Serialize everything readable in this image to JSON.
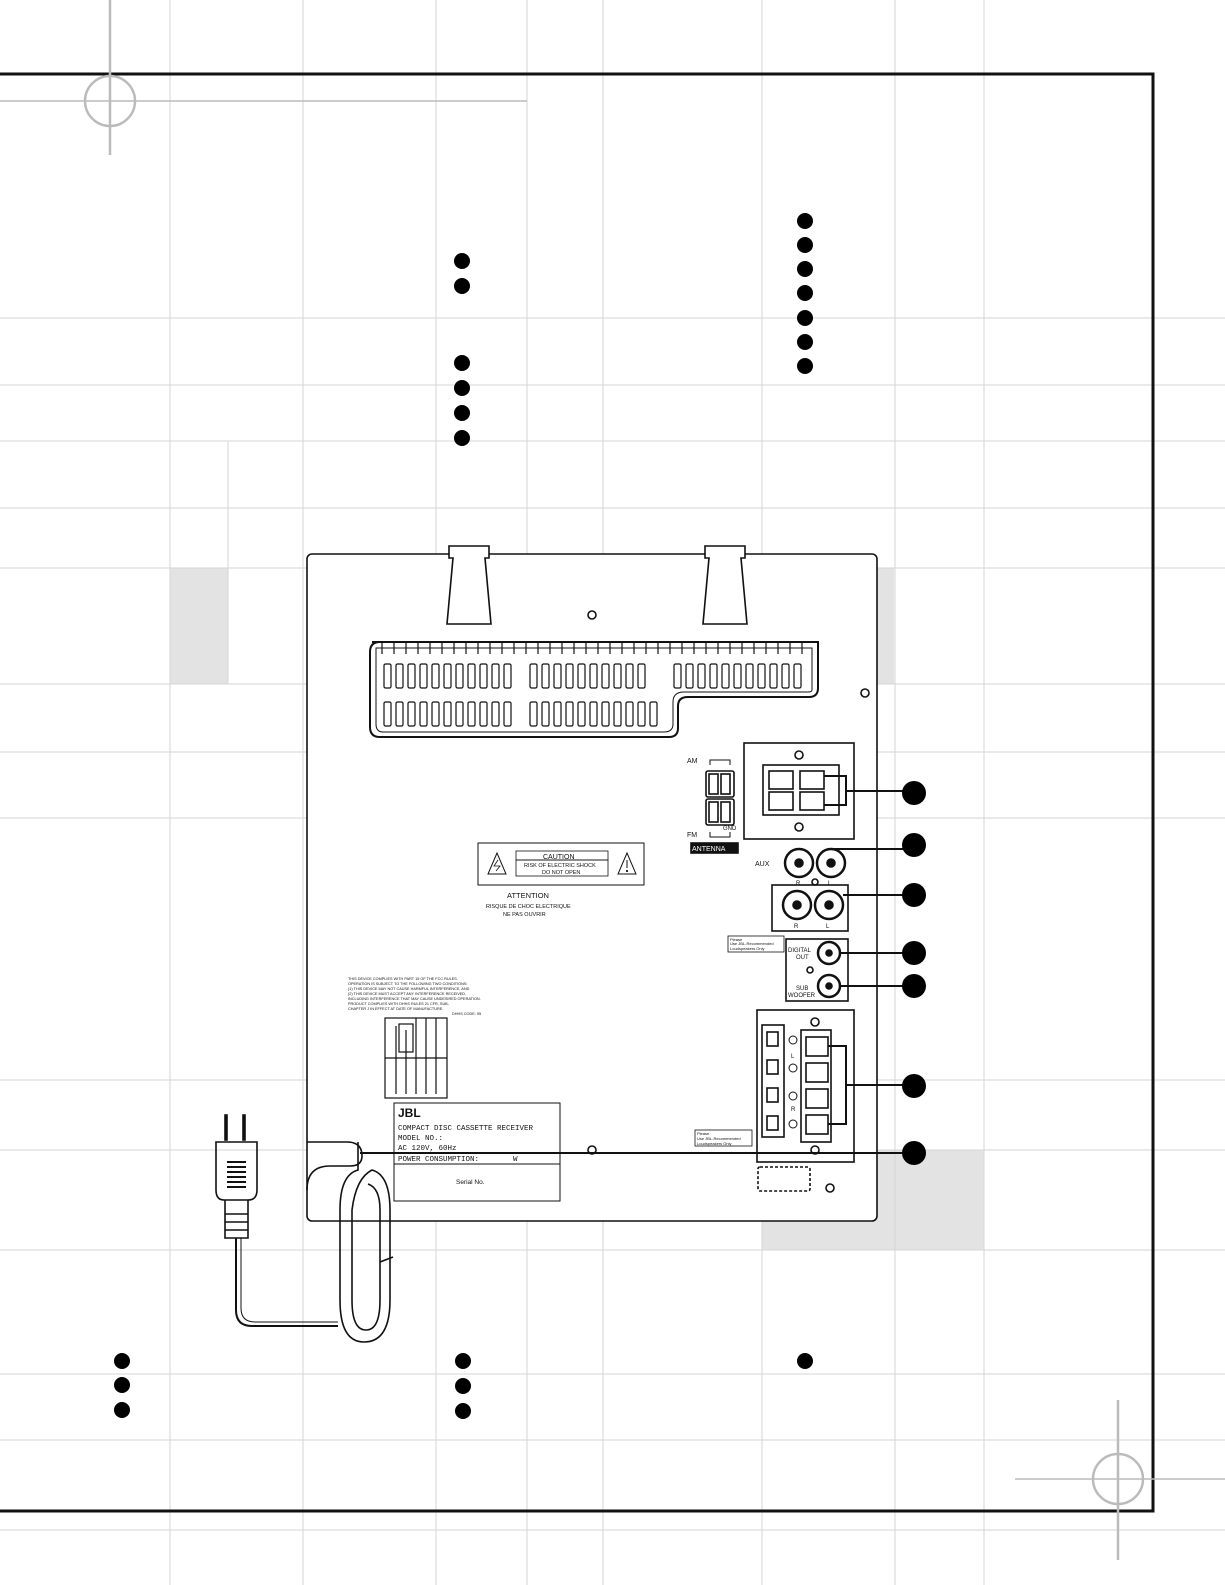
{
  "colors": {
    "grid": "#d6d6d6",
    "ink": "#111111",
    "shade": "#e3e3e3",
    "callout_fill": "#000000"
  },
  "icons": [
    "registration-mark-icon",
    "warning-triangle-icon",
    "power-plug-icon",
    "callout-bullet-icon"
  ],
  "labels": {
    "am": "AM",
    "fm": "FM",
    "gnd": "GND",
    "antenna": "ANTENNA",
    "aux": "AUX",
    "r": "R",
    "l": "L",
    "digital_out_1": "DIGITAL",
    "digital_out_2": "OUT",
    "subwoofer_1": "SUB",
    "subwoofer_2": "WOOFER",
    "please_note_1": "Please",
    "please_note_2": "Use JBL-Recommended",
    "please_note_3": "Loudspeakers Only",
    "speaker_l": "L",
    "speaker_r": "R"
  },
  "caution": {
    "title": "CAUTION",
    "line1": "RISK OF ELECTRIC SHOCK",
    "line2": "DO NOT OPEN",
    "attention": "ATTENTION",
    "fr1": "RISQUE DE CHOC ELECTRIQUE",
    "fr2": "NE PAS OUVRIR"
  },
  "fcc": {
    "line1": "THIS DEVICE COMPLIES WITH PART 15 OF THE FCC RULES.",
    "line2": "OPERATION IS SUBJECT TO THE FOLLOWING TWO CONDITIONS:",
    "line3": "(1) THIS DEVICE MAY NOT CAUSE HARMFUL INTERFERENCE, AND",
    "line4": "(2) THIS DEVICE MUST ACCEPT ANY INTERFERENCE RECEIVED,",
    "line5": "INCLUDING INTERFERENCE THAT MAY CAUSE UNDESIRED OPERATION.",
    "line6": "PRODUCT COMPLIES WITH DHHS RULES 21 CFR, SUB-",
    "line7": "CHAPTER J IN EFFECT AT DATE OF MANUFACTURE.",
    "line8": "DHHS CODE: 95"
  },
  "rating_plate": {
    "brand": "JBL",
    "line1": "COMPACT DISC CASSETTE RECEIVER",
    "line2": "MODEL NO.:",
    "line3": "AC 120V, 60Hz",
    "line4": "POWER CONSUMPTION:",
    "unit": "W",
    "serial": "Serial No."
  }
}
